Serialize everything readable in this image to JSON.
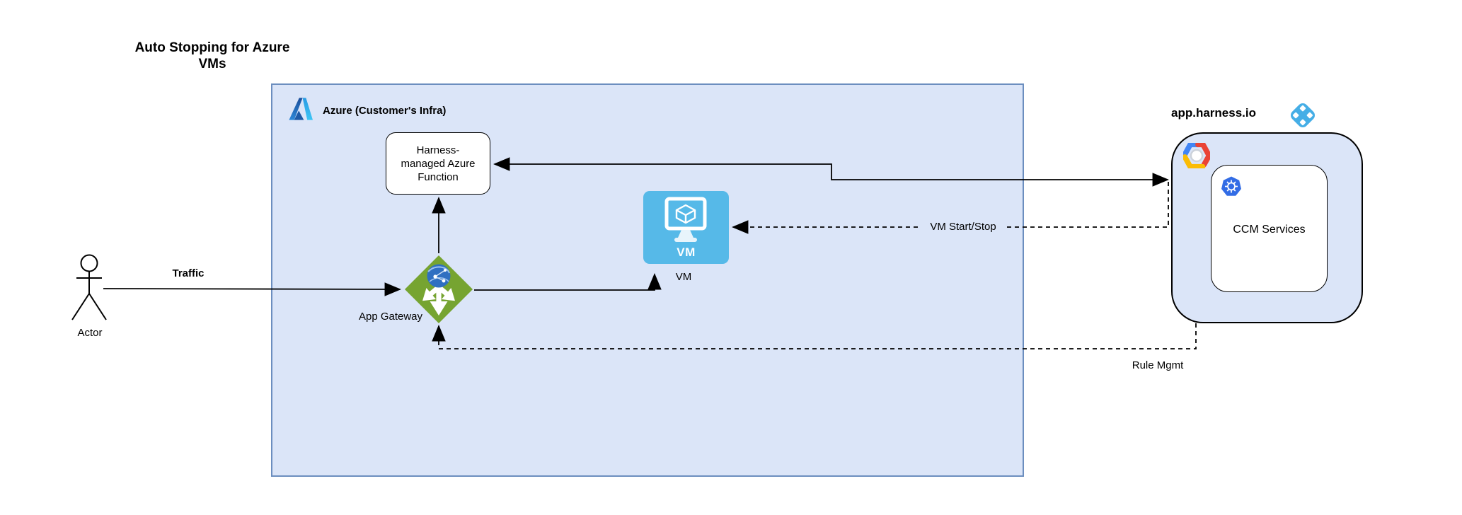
{
  "title": "Auto Stopping for Azure VMs",
  "groups": {
    "azure": {
      "label": "Azure (Customer's Infra)"
    },
    "harness": {
      "label": "app.harness.io"
    }
  },
  "nodes": {
    "actor": {
      "label": "Actor"
    },
    "app_gateway": {
      "label": "App Gateway"
    },
    "azure_function": {
      "label": "Harness-managed Azure Function"
    },
    "vm": {
      "label": "VM",
      "badge": "VM"
    },
    "ccm_services": {
      "label": "CCM Services"
    }
  },
  "edges": {
    "traffic": {
      "label": "Traffic",
      "style": "solid",
      "from": "actor",
      "to": "app_gateway"
    },
    "gateway_to_function": {
      "style": "solid",
      "from": "app_gateway",
      "to": "azure_function"
    },
    "gateway_to_vm": {
      "style": "solid",
      "from": "app_gateway",
      "to": "vm"
    },
    "function_to_harness": {
      "style": "solid-bidirectional",
      "from": "azure_function",
      "to": "harness"
    },
    "vm_start_stop": {
      "label": "VM Start/Stop",
      "style": "dashed",
      "from": "harness",
      "to": "vm"
    },
    "rule_mgmt": {
      "label": "Rule Mgmt",
      "style": "dashed",
      "from": "harness",
      "to": "app_gateway"
    }
  },
  "icons": {
    "azure_logo": "azure-logo-icon",
    "harness_logo": "harness-logo-icon",
    "gcp_logo": "gcp-logo-icon",
    "kubernetes": "kubernetes-icon",
    "app_gateway": "app-gateway-icon",
    "vm_monitor": "vm-monitor-icon",
    "actor": "actor-stick-figure-icon"
  },
  "colors": {
    "group_fill": "#dbe5f8",
    "azure_border": "#6c8ebf",
    "harness_border": "#000000",
    "vm_icon_blue": "#56b9e8",
    "gateway_green": "#76a431",
    "globe_blue": "#2f6fc1",
    "kubernetes_blue": "#326ce5",
    "harness_logo_blue": "#45aee6",
    "gcp_blue": "#4285f4",
    "gcp_red": "#ea4335",
    "gcp_yellow": "#fbbc05",
    "line": "#000000"
  }
}
